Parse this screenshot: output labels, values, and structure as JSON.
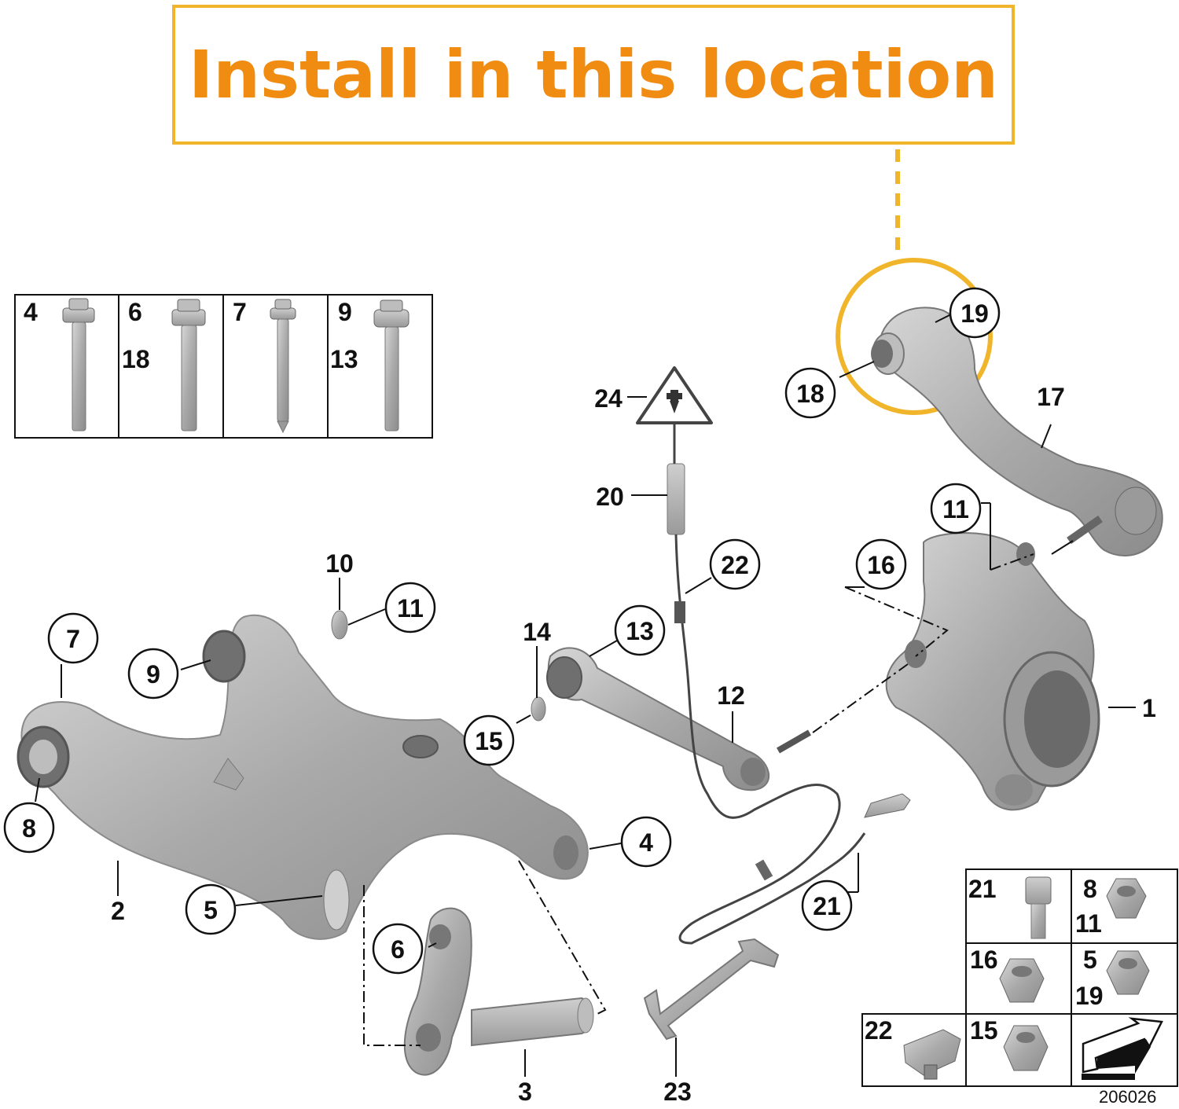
{
  "callout": {
    "text": "Install in this location",
    "border_color": "#f0b52a",
    "text_color": "#f08c12"
  },
  "diagram_id": "206026",
  "part_labels": {
    "p1": "1",
    "p2": "2",
    "p3": "3",
    "p4": "4",
    "p5": "5",
    "p6": "6",
    "p7": "7",
    "p8": "8",
    "p9": "9",
    "p10": "10",
    "p11a": "11",
    "p11b": "11",
    "p12": "12",
    "p13": "13",
    "p14": "14",
    "p15": "15",
    "p16": "16",
    "p17": "17",
    "p18": "18",
    "p19": "19",
    "p20": "20",
    "p21": "21",
    "p22": "22",
    "p23": "23",
    "p24": "24"
  },
  "bolt_table": {
    "cells": [
      {
        "labels": [
          "4"
        ]
      },
      {
        "labels": [
          "6",
          "18"
        ]
      },
      {
        "labels": [
          "7"
        ]
      },
      {
        "labels": [
          "9",
          "13"
        ]
      }
    ]
  },
  "fastener_table": {
    "cells": [
      {
        "labels": [
          "21"
        ]
      },
      {
        "labels": [
          "8",
          "11"
        ]
      },
      {
        "labels": [
          "16"
        ]
      },
      {
        "labels": [
          "5",
          "19"
        ]
      },
      {
        "labels": [
          "22"
        ]
      },
      {
        "labels": [
          "15"
        ]
      }
    ]
  }
}
